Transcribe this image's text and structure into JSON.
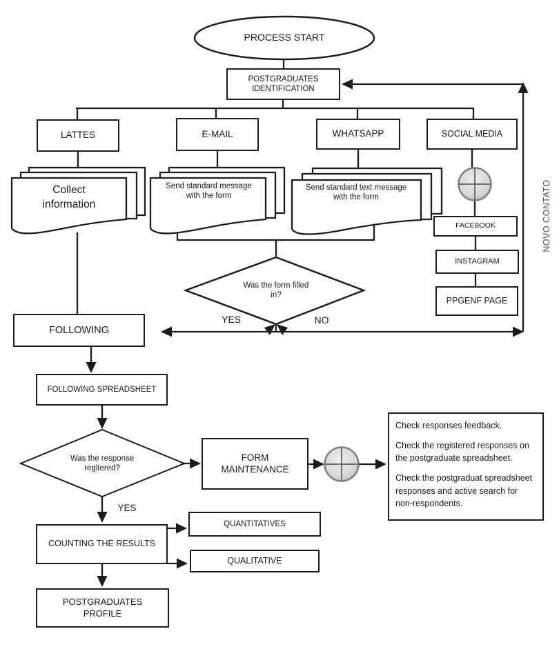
{
  "nodes": {
    "process_start": "PROCESS START",
    "postgraduates_identification": "POSTGRADUATES IDENTIFICATION",
    "lattes": "LATTES",
    "email": "E-MAIL",
    "whatsapp": "WHATSAPP",
    "social_media": "SOCIAL MEDIA",
    "collect_information": "Collect information",
    "send_standard_message": "Send standard message with the form",
    "send_standard_text_message": "Send standard text message with the form",
    "facebook": "FACEBOOK",
    "instagram": "INSTAGRAM",
    "ppgenf_page": "PPGENF PAGE",
    "decision_form_filled": "Was the form filled in?",
    "following": "FOLLOWING",
    "following_spreadsheet": "FOLLOWING SPREADSHEET",
    "decision_response_registered": "Was the response regitered?",
    "form_maintenance": "FORM MAINTENANCE",
    "counting_the_results": "COUNTING THE RESULTS",
    "quantitatives": "QUANTITATIVES",
    "qualitative": "QUALITATIVE",
    "postgraduates_profile": "POSTGRADUATES PROFILE"
  },
  "labels": {
    "yes_form": "YES",
    "no_form": "NO",
    "yes_response": "YES",
    "novo_contato": "NOVO CONTATO"
  },
  "notes": {
    "lines": [
      "Check responses feedback.",
      "Check the registered responses on the postgraduate spreadsheet.",
      "Check the postgraduat spreadsheet responses and active search for non-respondents."
    ]
  },
  "colors": {
    "line": "#1c1c1c",
    "novo_contato_text": "#44546A",
    "connector_fill_light": "#ececec",
    "connector_fill_dark": "#bdbdbd",
    "connector_border": "#7f7f7f"
  }
}
